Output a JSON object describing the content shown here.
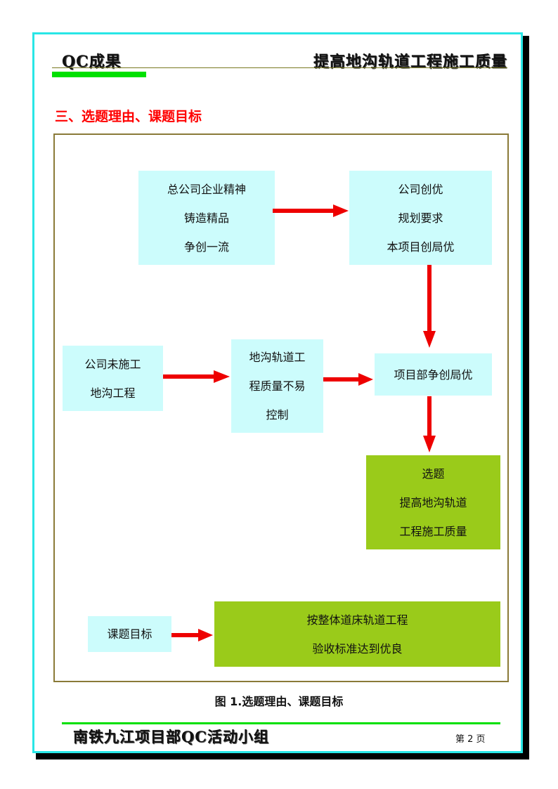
{
  "header": {
    "left": "QC成果",
    "right": "提高地沟轨道工程施工质量"
  },
  "section_title": "三、选题理由、课题目标",
  "boxes": {
    "spirit": [
      "总公司企业精神",
      "铸造精品",
      "争创一流"
    ],
    "excellence": [
      "公司创优",
      "规划要求",
      "本项目创局优"
    ],
    "no_construction": [
      "公司未施工",
      "地沟工程"
    ],
    "hard_control": [
      "地沟轨道工",
      "程质量不易",
      "控制"
    ],
    "project_dept": [
      "项目部争创局优"
    ],
    "topic": [
      "选题",
      "提高地沟轨道",
      "工程施工质量"
    ],
    "goal_label": [
      "课题目标"
    ],
    "goal": [
      "按整体道床轨道工程",
      "验收标准达到优良"
    ]
  },
  "caption": "图 1.选题理由、课题目标",
  "footer": {
    "left": "南铁九江项目部QC活动小组",
    "page": "第 2 页"
  },
  "colors": {
    "border": "#29e6e6",
    "title": "#ff0000",
    "box_cyan": "#ccfcfc",
    "box_olive": "#9acb1a",
    "arrow": "#ee0000",
    "accent_green": "#00e000"
  }
}
